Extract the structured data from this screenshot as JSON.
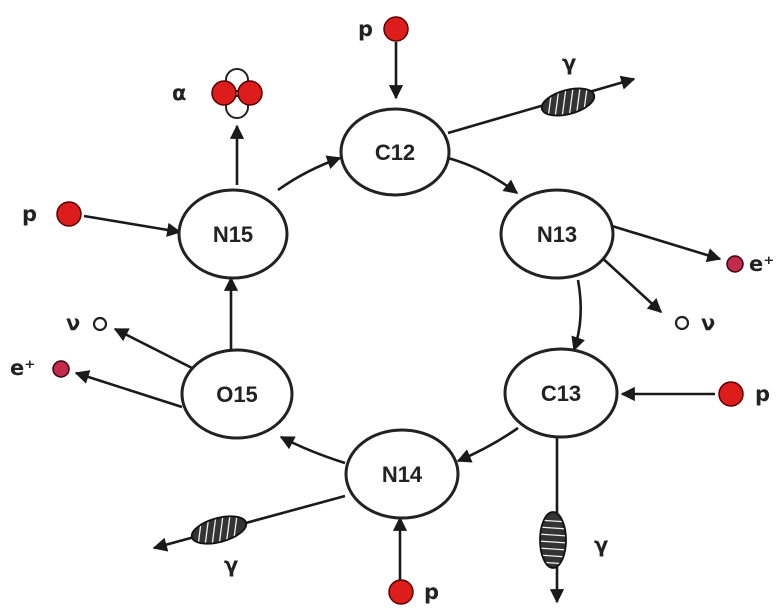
{
  "diagram": {
    "nodes": {
      "c12": "C12",
      "n13": "N13",
      "c13": "C13",
      "n14": "N14",
      "o15": "O15",
      "n15": "N15"
    },
    "particles": {
      "proton": "p",
      "gamma": "γ",
      "positron": "e⁺",
      "neutrino": "ν",
      "alpha": "α"
    }
  },
  "colors": {
    "proton": "#dd1c1c",
    "positron": "#c42a4a",
    "ink": "#222222"
  }
}
